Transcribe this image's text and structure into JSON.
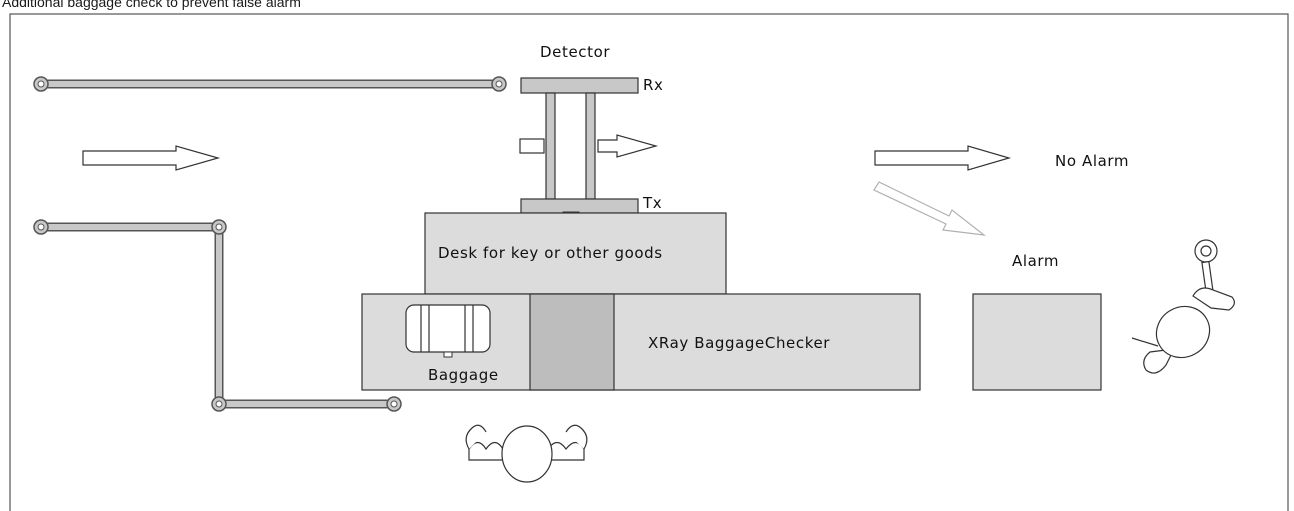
{
  "caption": "Additional baggage check to prevent false alarm",
  "labels": {
    "detector": "Detector",
    "rx": "Rx",
    "tx": "Tx",
    "no_alarm": "No Alarm",
    "alarm": "Alarm",
    "desk": "Desk for key or  other goods",
    "xray": "XRay BaggageChecker",
    "baggage": "Baggage"
  },
  "colors": {
    "box_fill": "#dcdcdc",
    "box_stroke": "#333333",
    "belt_fill": "#bdbdbd",
    "rail_fill": "#c8c8c8",
    "rail_stroke": "#555555",
    "arrow_faded": "#b0b0b0"
  }
}
